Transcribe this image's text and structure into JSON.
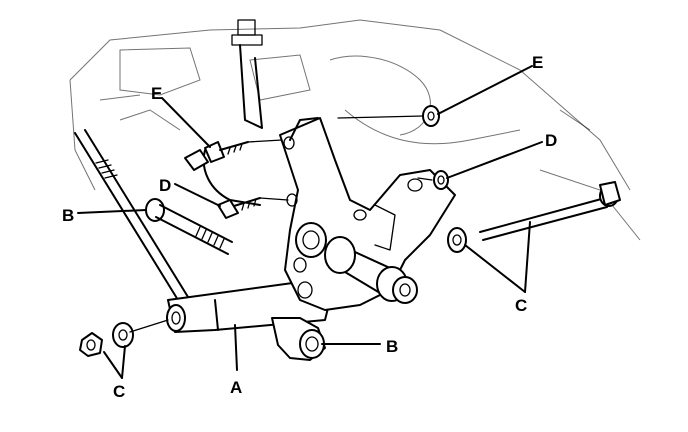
{
  "labels": {
    "A": "A",
    "B_bolt": "B",
    "B_bushing": "B",
    "C_left": "C",
    "C_right": "C",
    "D_left": "D",
    "D_right": "D",
    "E_left": "E",
    "E_right": "E"
  }
}
